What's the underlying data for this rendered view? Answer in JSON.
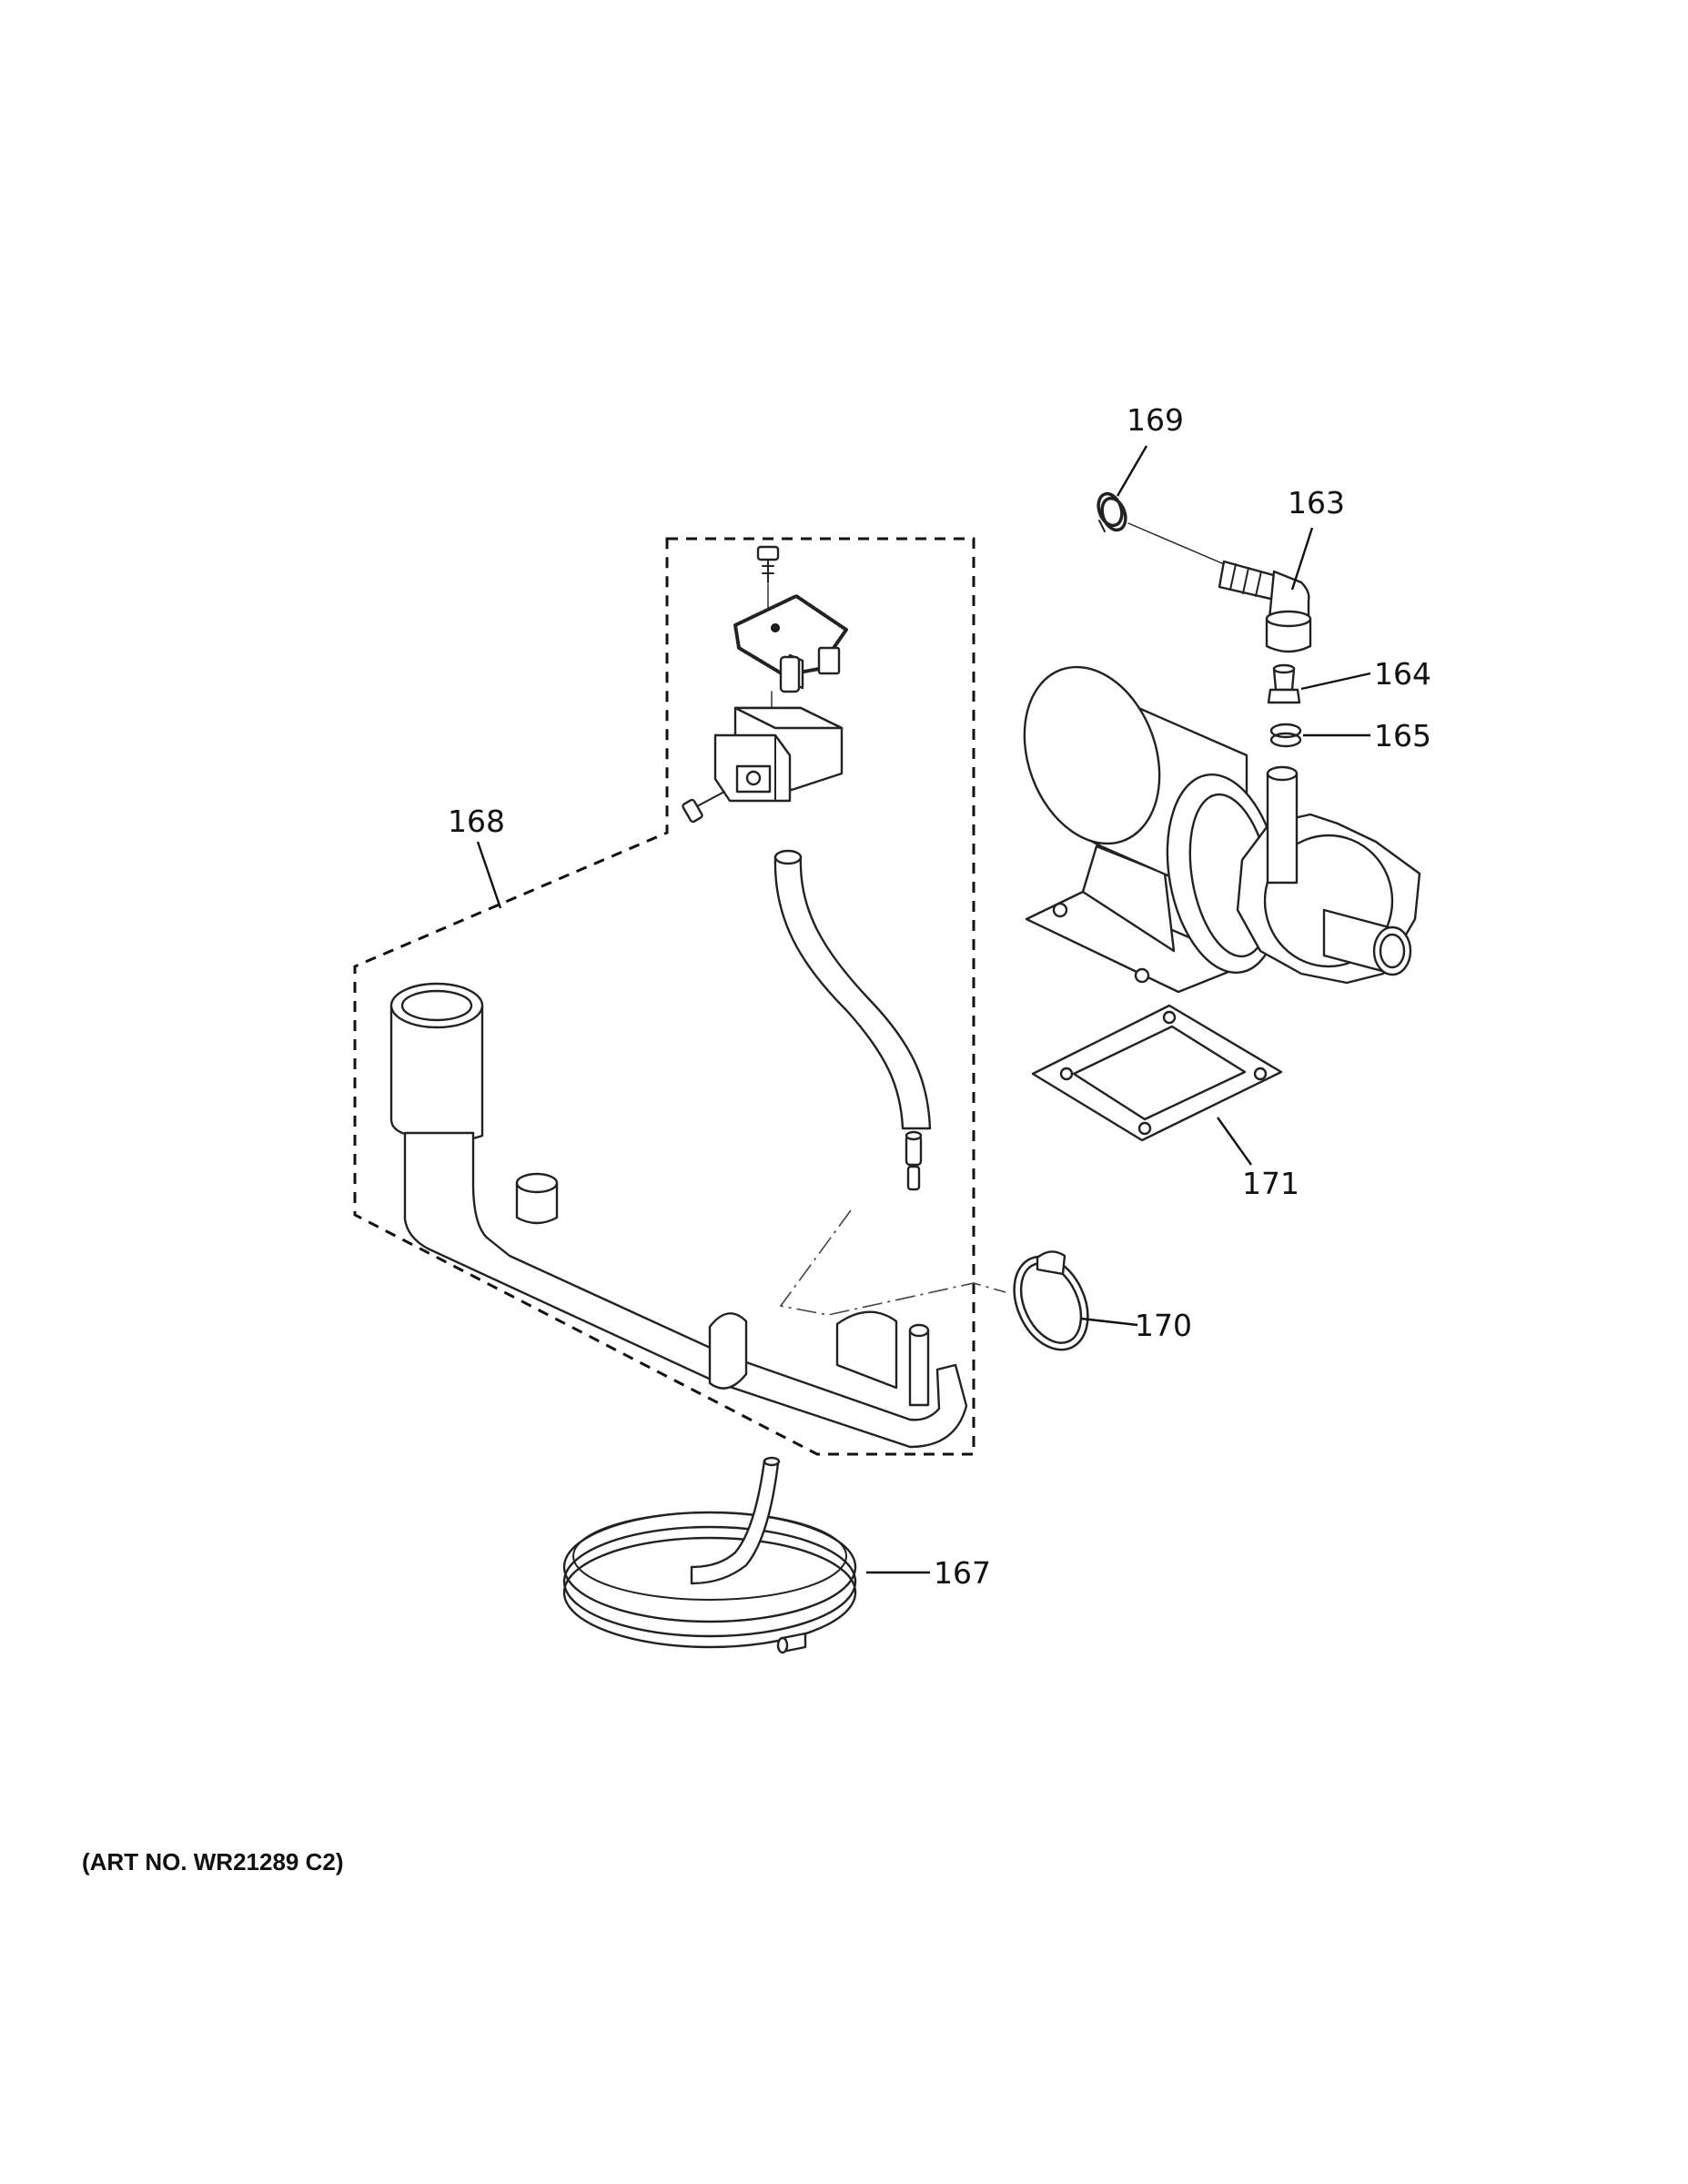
{
  "diagram": {
    "art_number": "(ART NO. WR21289 C2)",
    "callouts": {
      "c169": "169",
      "c163": "163",
      "c164": "164",
      "c165": "165",
      "c168": "168",
      "c171": "171",
      "c170": "170",
      "c167": "167"
    }
  }
}
